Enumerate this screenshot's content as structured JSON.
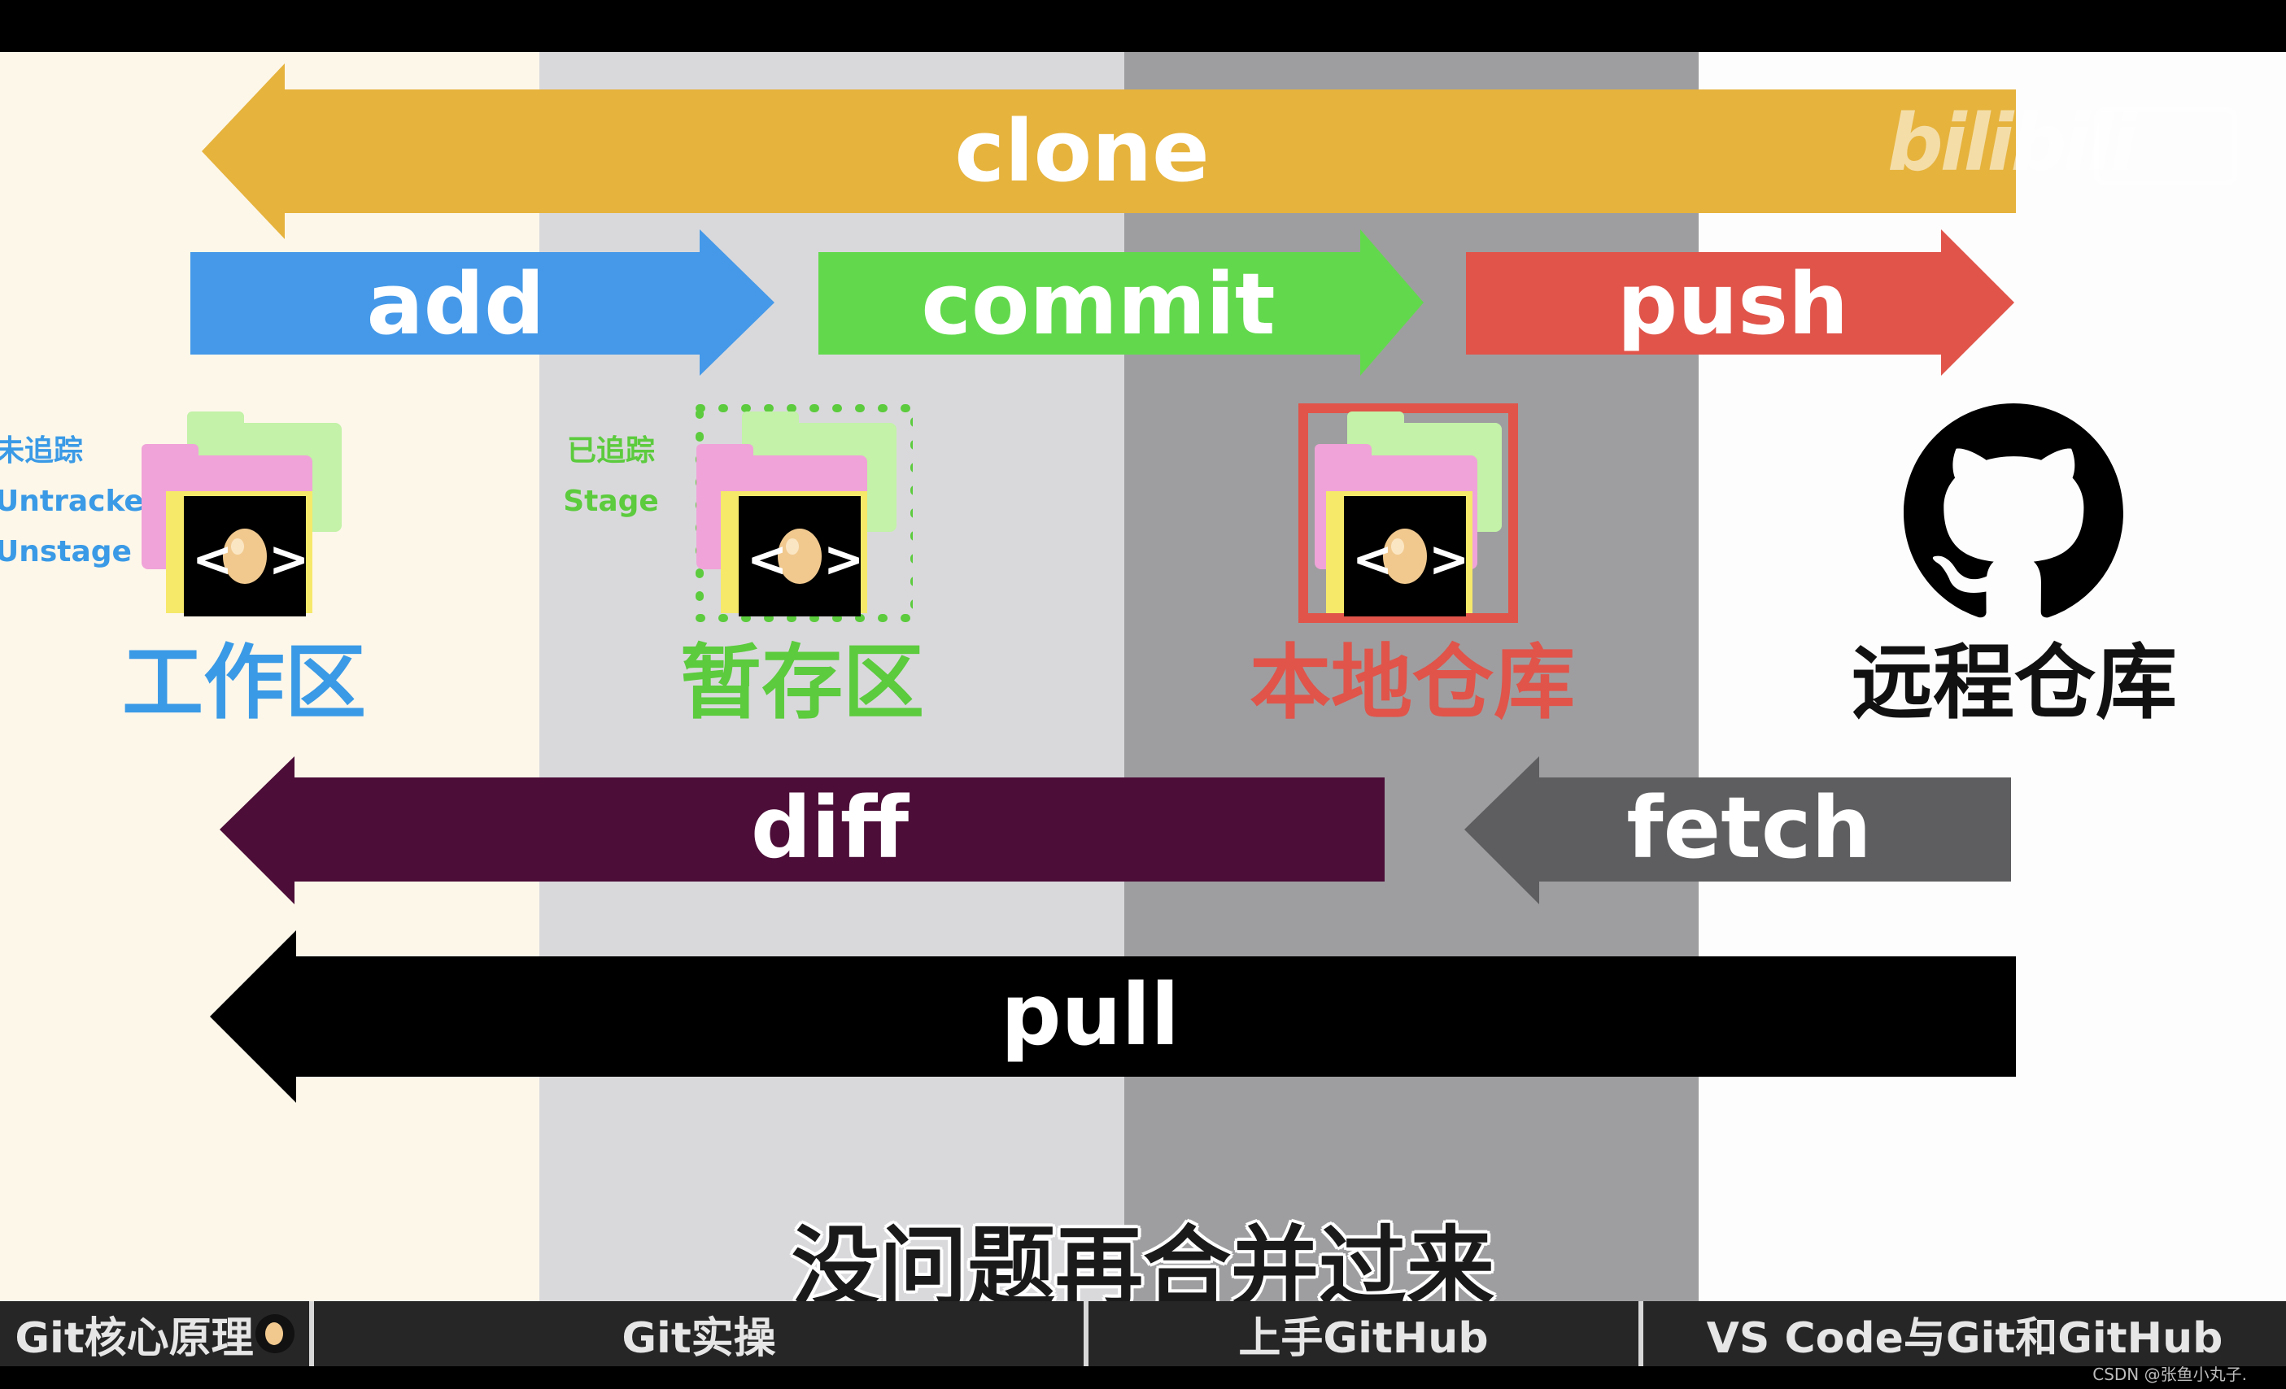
{
  "colors": {
    "work_bg": "#fdf7ea",
    "stage_bg": "#d9d9dc",
    "local_bg": "#9e9ea0",
    "remote_bg": "#fdfdfd",
    "clone": "#e6b33d",
    "add": "#4599e8",
    "commit": "#62d94c",
    "push": "#e0544a",
    "diff": "#4c0d38",
    "fetch": "#5e5e60",
    "pull": "#000000",
    "work_text": "#3a9ae6",
    "stage_text": "#5ccb3d",
    "local_text": "#e0544a",
    "remote_text": "#111111"
  },
  "arrows": {
    "clone": "clone",
    "add": "add",
    "commit": "commit",
    "push": "push",
    "diff": "diff",
    "fetch": "fetch",
    "pull": "pull"
  },
  "zones": {
    "work": {
      "label": "工作区",
      "notes": [
        "未追踪",
        "Untracked",
        "Unstage"
      ],
      "icon": "folder-code-icon"
    },
    "stage": {
      "label": "暂存区",
      "notes": [
        "已追踪",
        "Stage"
      ],
      "icon": "folder-code-icon"
    },
    "local": {
      "label": "本地仓库",
      "icon": "folder-code-icon"
    },
    "remote": {
      "label": "远程仓库",
      "icon": "github-icon"
    }
  },
  "watermark": {
    "brand": "bilibili"
  },
  "subtitle": "没问题再合并过来",
  "chapters": [
    "Git核心原理",
    "Git实操",
    "上手GitHub",
    "VS Code与Git和GitHub"
  ],
  "credit": "CSDN @张鱼小丸子."
}
